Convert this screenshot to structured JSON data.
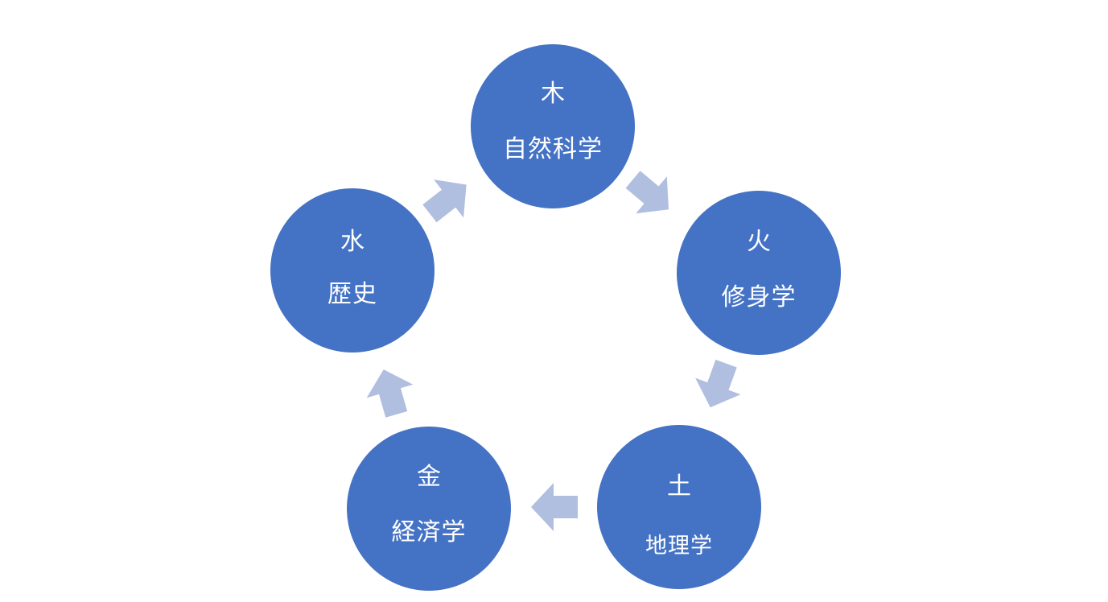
{
  "cycle": {
    "nodes": [
      {
        "element": "木",
        "subject": "自然科学"
      },
      {
        "element": "火",
        "subject": "修身学"
      },
      {
        "element": "土",
        "subject": "地理学"
      },
      {
        "element": "金",
        "subject": "経済学"
      },
      {
        "element": "水",
        "subject": "歴史"
      }
    ]
  },
  "colors": {
    "node_fill": "#4472c4",
    "arrow_fill": "#b0bee0",
    "text": "#ffffff"
  }
}
